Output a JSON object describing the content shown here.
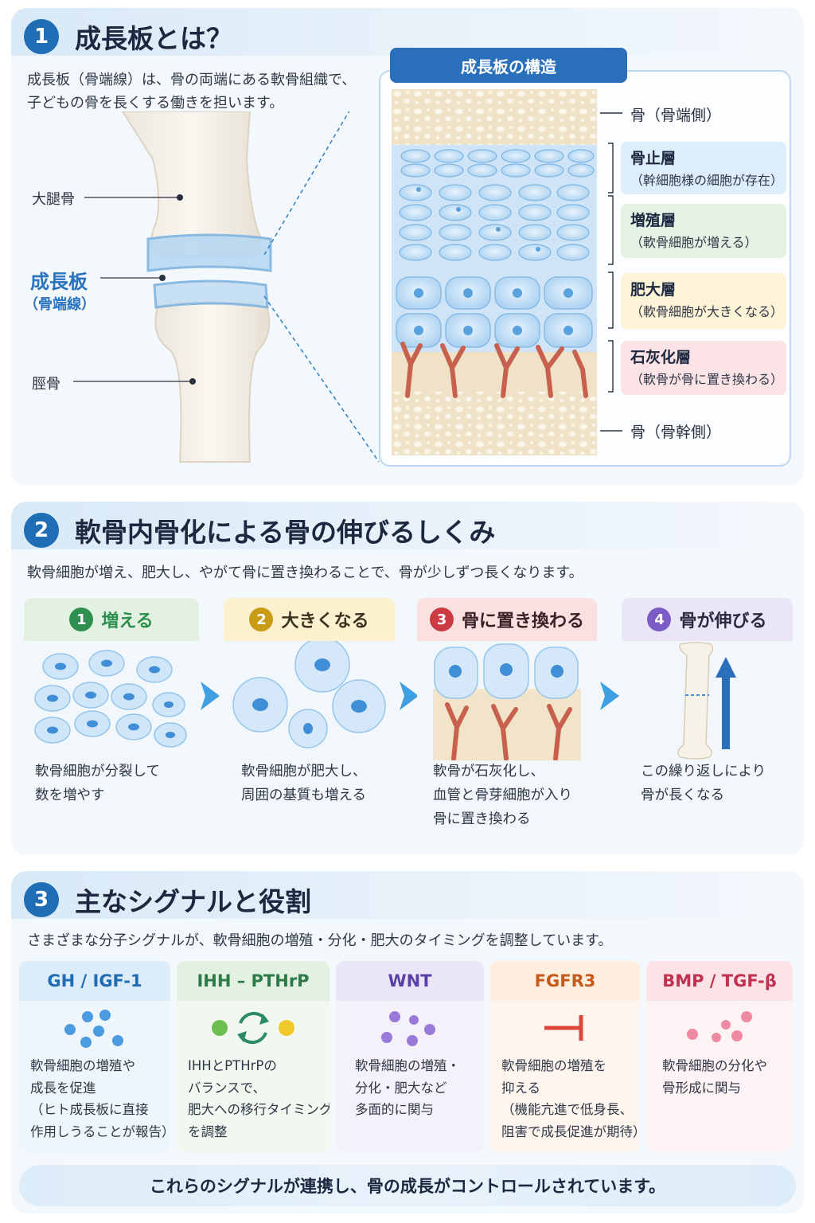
{
  "section1": {
    "num": "1",
    "title": "成長板とは？",
    "lead_lines": [
      "成長板（骨端線）は、骨の両端にある軟骨組織で、",
      "子どもの骨を長くする働きを担います。"
    ],
    "knee_labels": {
      "femur": "大腿骨",
      "plate_main": "成長板",
      "plate_sub": "（骨端線）",
      "tibia": "脛骨"
    },
    "structure_title": "成長板の構造",
    "bone_top": "骨（骨端側）",
    "bone_bottom": "骨（骨幹側）",
    "layers": [
      {
        "name": "骨止層",
        "desc": "（幹細胞様の細胞が存在）",
        "color": "#ddeefa"
      },
      {
        "name": "増殖層",
        "desc": "（軟骨細胞が増える）",
        "color": "#e3f2e4"
      },
      {
        "name": "肥大層",
        "desc": "（軟骨細胞が大きくなる）",
        "color": "#fdf3d6"
      },
      {
        "name": "石灰化層",
        "desc": "（軟骨が骨に置き換わる）",
        "color": "#fbe3e6"
      }
    ]
  },
  "section2": {
    "num": "2",
    "title": "軟骨内骨化による骨の伸びるしくみ",
    "lead": "軟骨細胞が増え、肥大し、やがて骨に置き換わることで、骨が少しずつ長くなります。",
    "steps": [
      {
        "num": "1",
        "title": "増える",
        "lines": [
          "軟骨細胞が分裂して",
          "数を増やす"
        ],
        "head_bg": "#e2f1e1",
        "accent": "#2f8f4e"
      },
      {
        "num": "2",
        "title": "大きくなる",
        "lines": [
          "軟骨細胞が肥大し、",
          "周囲の基質も増える"
        ],
        "head_bg": "#fbf1cf",
        "accent": "#c99a16"
      },
      {
        "num": "3",
        "title": "骨に置き換わる",
        "lines": [
          "軟骨が石灰化し、",
          "血管と骨芽細胞が入り",
          "骨に置き換わる"
        ],
        "head_bg": "#fbe0e1",
        "accent": "#cc3b42"
      },
      {
        "num": "4",
        "title": "骨が伸びる",
        "lines": [
          "この繰り返しにより",
          "骨が長くなる"
        ],
        "head_bg": "#ebe6f7",
        "accent": "#7a5cc4"
      }
    ]
  },
  "section3": {
    "num": "3",
    "title": "主なシグナルと役割",
    "lead": "さまざまな分子シグナルが、軟骨細胞の増殖・分化・肥大のタイミングを調整しています。",
    "signals": [
      {
        "name": "GH / IGF-1",
        "lines": [
          "軟骨細胞の増殖や",
          "成長を促進",
          "（ヒト成長板に直接",
          "作用しうることが報告）"
        ],
        "head_bg": "#dcecf8",
        "body_bg": "#eef6fc",
        "color": "#1f6db5"
      },
      {
        "name": "IHH – PTHrP",
        "lines": [
          "IHHとPTHrPの",
          "バランスで、",
          "肥大への移行タイミング",
          "を調整"
        ],
        "head_bg": "#e2f1e1",
        "body_bg": "#f0f8f0",
        "color": "#2d7a48"
      },
      {
        "name": "WNT",
        "lines": [
          "軟骨細胞の増殖・",
          "分化・肥大など",
          "多面的に関与"
        ],
        "head_bg": "#ebe6f7",
        "body_bg": "#f4f1fb",
        "color": "#5b3fa8"
      },
      {
        "name": "FGFR3",
        "lines": [
          "軟骨細胞の増殖を",
          "抑える",
          "（機能亢進で低身長、",
          "阻害で成長促進が期待）"
        ],
        "head_bg": "#fdeedd",
        "body_bg": "#fef6ee",
        "color": "#c45a1c"
      },
      {
        "name": "BMP / TGF-β",
        "lines": [
          "軟骨細胞の分化や",
          "骨形成に関与"
        ],
        "head_bg": "#fbe3e8",
        "body_bg": "#fdf2f4",
        "color": "#c0324f"
      }
    ],
    "footer": "これらのシグナルが連携し、骨の成長がコントロールされています。"
  }
}
